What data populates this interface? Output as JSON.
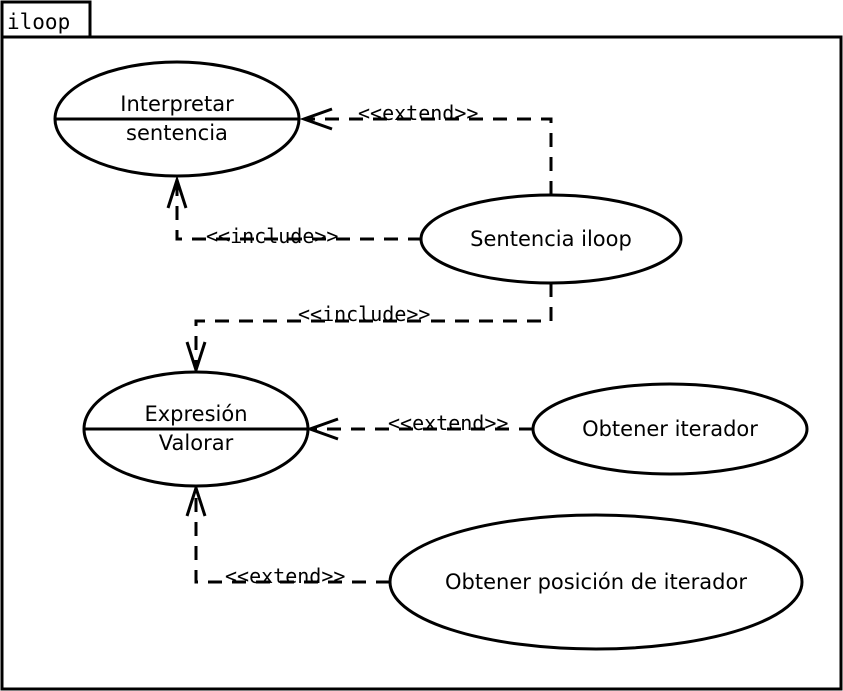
{
  "package": {
    "name": "iloop"
  },
  "use_cases": {
    "interpretar": {
      "line1": "Interpretar",
      "line2": "sentencia"
    },
    "sentencia_iloop": {
      "label": "Sentencia iloop"
    },
    "expresion": {
      "line1": "Expresión",
      "line2": "Valorar"
    },
    "obtener_iterador": {
      "label": "Obtener iterador"
    },
    "obtener_posicion": {
      "label": "Obtener posición de iterador"
    }
  },
  "relations": {
    "extend_1": "<<extend>>",
    "include_1": "<<include>>",
    "include_2": "<<include>>",
    "extend_2": "<<extend>>",
    "extend_3": "<<extend>>"
  }
}
